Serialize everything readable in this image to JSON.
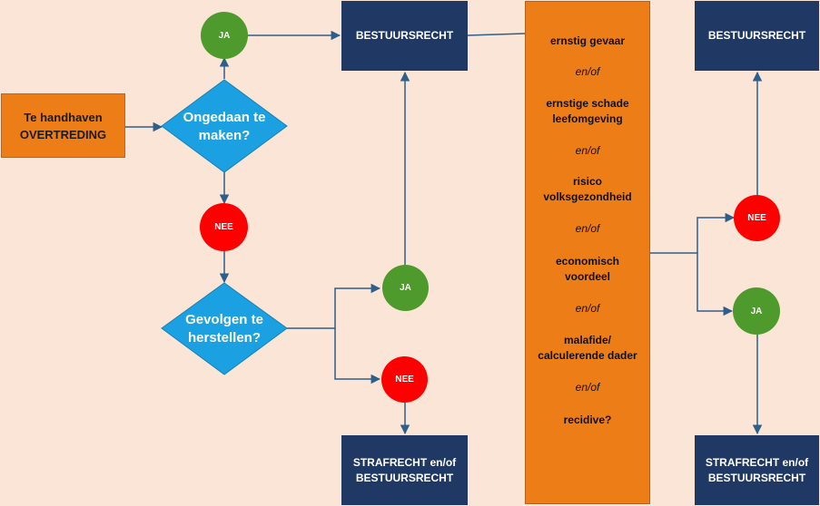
{
  "diagram": {
    "start_line1": "Te handhaven",
    "start_line2": "OVERTREDING",
    "decision1_line1": "Ongedaan te",
    "decision1_line2": "maken?",
    "decision2_line1": "Gevolgen te",
    "decision2_line2": "herstellen?",
    "ja": "JA",
    "nee": "NEE",
    "bestuursrecht": "BESTUURSRECHT",
    "strafrecht_line1": "STRAFRECHT en/of",
    "strafrecht_line2": "BESTUURSRECHT",
    "criteria": [
      {
        "text": "ernstig gevaar",
        "style": "bold"
      },
      {
        "text": "en/of",
        "style": "italic"
      },
      {
        "text": "ernstige schade",
        "style": "bold"
      },
      {
        "text": "leefomgeving",
        "style": "bold"
      },
      {
        "text": "en/of",
        "style": "italic"
      },
      {
        "text": "risico",
        "style": "bold"
      },
      {
        "text": "volksgezondheid",
        "style": "bold"
      },
      {
        "text": "en/of",
        "style": "italic"
      },
      {
        "text": "economisch",
        "style": "bold"
      },
      {
        "text": "voordeel",
        "style": "bold"
      },
      {
        "text": "en/of",
        "style": "italic"
      },
      {
        "text": "malafide/",
        "style": "bold"
      },
      {
        "text": "calculerende dader",
        "style": "bold"
      },
      {
        "text": "en/of",
        "style": "italic"
      },
      {
        "text": "recidive?",
        "style": "bold"
      }
    ]
  },
  "colors": {
    "background": "#fbe5d6",
    "orange": "#ed7d17",
    "navy": "#1f3864",
    "decision_blue": "#1ba1e2",
    "ja_green": "#4e9a2c",
    "nee_red": "#ff0000",
    "connector": "#2e5f8a"
  }
}
